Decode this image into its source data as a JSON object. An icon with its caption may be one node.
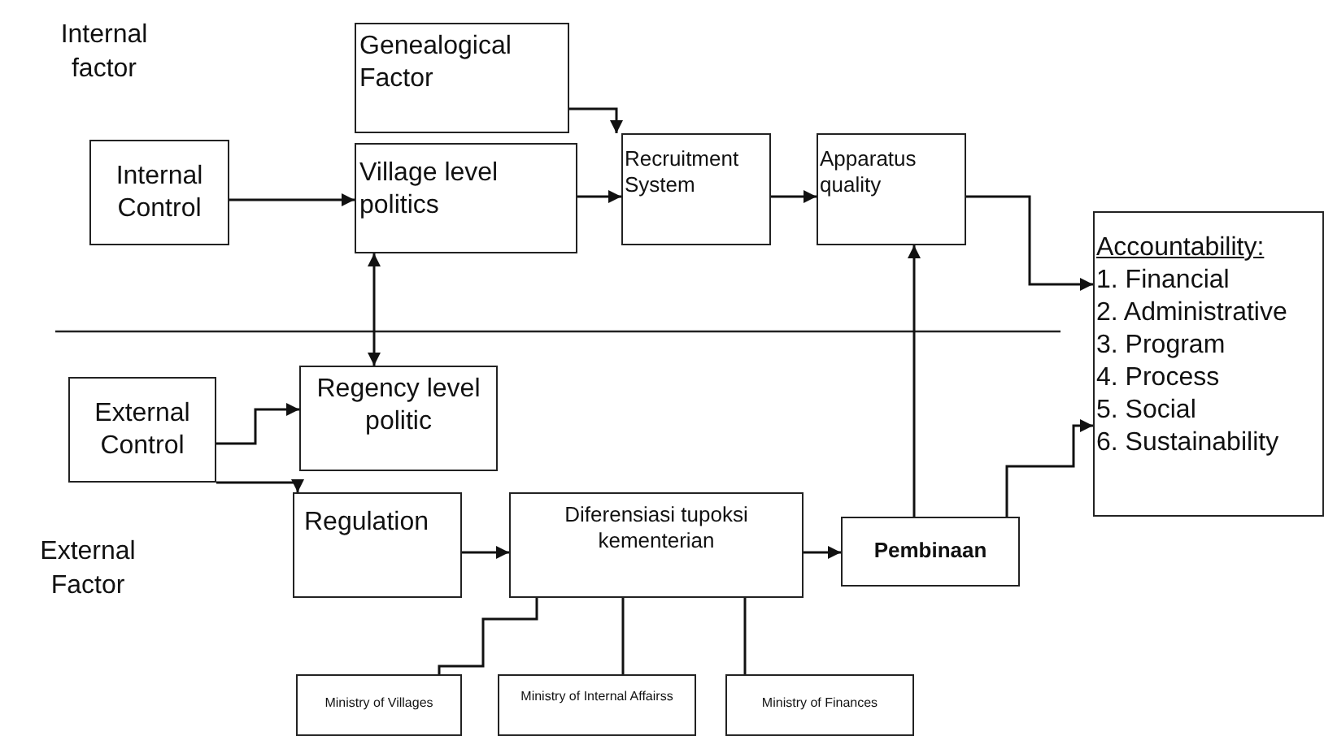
{
  "diagram": {
    "nodes": [
      {
        "text": [
          "Genealogical Factor"
        ]
      },
      {
        "text": [
          "Internal Control"
        ]
      },
      {
        "text": [
          "Village level politics"
        ]
      },
      {
        "text": [
          "Recruitment System"
        ]
      },
      {
        "text": [
          "Apparatus quality"
        ]
      },
      {
        "text": [
          "Accountability:",
          "1. Financial",
          "2. Administrative",
          "3. Program",
          "4. Process",
          "5. Social",
          "6. Sustainability"
        ]
      },
      {
        "text": [
          "External Control"
        ]
      },
      {
        "text": [
          "Regency level politic"
        ]
      },
      {
        "text": [
          "Regulation"
        ]
      },
      {
        "text": [
          "Diferensiasi tupoksi kementerian"
        ]
      },
      {
        "text": [
          "Pembinaan"
        ]
      },
      {
        "text": [
          "Ministry of Villages"
        ]
      },
      {
        "text": [
          "Ministry of Internal Affairss"
        ]
      },
      {
        "text": [
          "Ministry of Finances"
        ]
      }
    ],
    "edges": [
      {
        "from": 0,
        "to": 3,
        "arrow": "to"
      },
      {
        "from": 1,
        "to": 2,
        "arrow": "to"
      },
      {
        "from": 2,
        "to": 3,
        "arrow": "to"
      },
      {
        "from": 3,
        "to": 4,
        "arrow": "to"
      },
      {
        "from": 4,
        "to": 5,
        "arrow": "to"
      },
      {
        "from": 2,
        "to": 7,
        "arrow": "both"
      },
      {
        "from": 6,
        "to": 7,
        "arrow": "to"
      },
      {
        "from": 6,
        "to": 8,
        "arrow": "to"
      },
      {
        "from": 8,
        "to": 9,
        "arrow": "to"
      },
      {
        "from": 9,
        "to": 10,
        "arrow": "to"
      },
      {
        "from": 10,
        "to": 4,
        "arrow": "to"
      },
      {
        "from": 10,
        "to": 5,
        "arrow": "to"
      },
      {
        "from": 9,
        "to": 11,
        "arrow": "none"
      },
      {
        "from": 9,
        "to": 12,
        "arrow": "none"
      },
      {
        "from": 9,
        "to": 13,
        "arrow": "none"
      }
    ],
    "labels": [
      "Internal factor",
      "External Factor"
    ]
  }
}
